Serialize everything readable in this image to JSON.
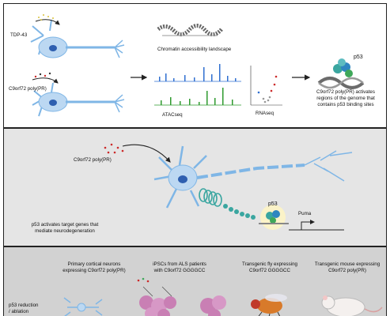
{
  "top": {
    "tdp43": "TDP-43",
    "c9_top": "C9orf72 poly(PR)",
    "chromatin": "Chromatin accessibility landscape",
    "atac": "ATACseq",
    "rna": "RNAseq",
    "p53": "p53",
    "act1": "C9orf72 poly(PR) activates",
    "act2": "regions of the genome that",
    "act3": "contains p53 binding sites"
  },
  "middle": {
    "c9": "C9orf72 poly(PR)",
    "p53": "p53",
    "puma": "Puma",
    "line1": "p53 activates target genes that",
    "line2": "mediate neurodegeneration"
  },
  "bottom": {
    "m1a": "Primary cortical neurons",
    "m1b": "expressing C9orf72 poly(PR)",
    "m2a": "iPSCs from ALS patients",
    "m2b": "with C9orf72 GGGGCC",
    "m3a": "Transgenic fly expressing",
    "m3b": "C9orf72 GGGGCC",
    "m4a": "Transgenic mouse expressing",
    "m4b": "C9orf72 poly(PR)",
    "side1": "p53 reduction",
    "side2": "/ ablation"
  },
  "colors": {
    "neuron": "#3b8fd6",
    "atac_blue": "#2f6fd0",
    "atac_green": "#2e9a2e",
    "dots": "#cc2a2a"
  }
}
